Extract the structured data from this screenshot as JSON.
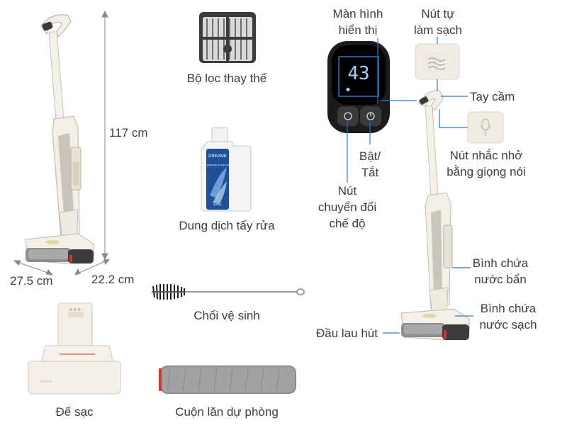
{
  "dimensions": {
    "height": "117 cm",
    "length": "27.5 cm",
    "width": "22.2 cm"
  },
  "accessories": {
    "filter": "Bộ lọc thay thế",
    "cleaning_solution": "Dung dịch tẩy rửa",
    "brush": "Chổi vệ sinh",
    "charging_base": "Đế sạc",
    "spare_roller": "Cuộn lăn dự phòng"
  },
  "bottle_text": {
    "brand": "DREAME",
    "content": "MULTI-SURFACE FLOOR CLEANER",
    "volume": "500mL"
  },
  "display_value": "43",
  "callouts": {
    "display": [
      "Màn hình",
      "hiển thị"
    ],
    "self_clean": [
      "Nút tự",
      "làm sạch"
    ],
    "handle": "Tay cầm",
    "voice": [
      "Nút nhắc nhở",
      "bằng giọng nói"
    ],
    "power": [
      "Bật/",
      "Tắt"
    ],
    "mode": [
      "Nút",
      "chuyển đổi",
      "chế độ"
    ],
    "dirty_tank": [
      "Bình chứa",
      "nước bẩn"
    ],
    "clean_tank": [
      "Bình chứa",
      "nước sạch"
    ],
    "head": "Đầu lau hút"
  },
  "colors": {
    "accent": "#2b78c9",
    "body": "#f3efe6",
    "grey": "#cfcac2",
    "red": "#d8342b"
  }
}
